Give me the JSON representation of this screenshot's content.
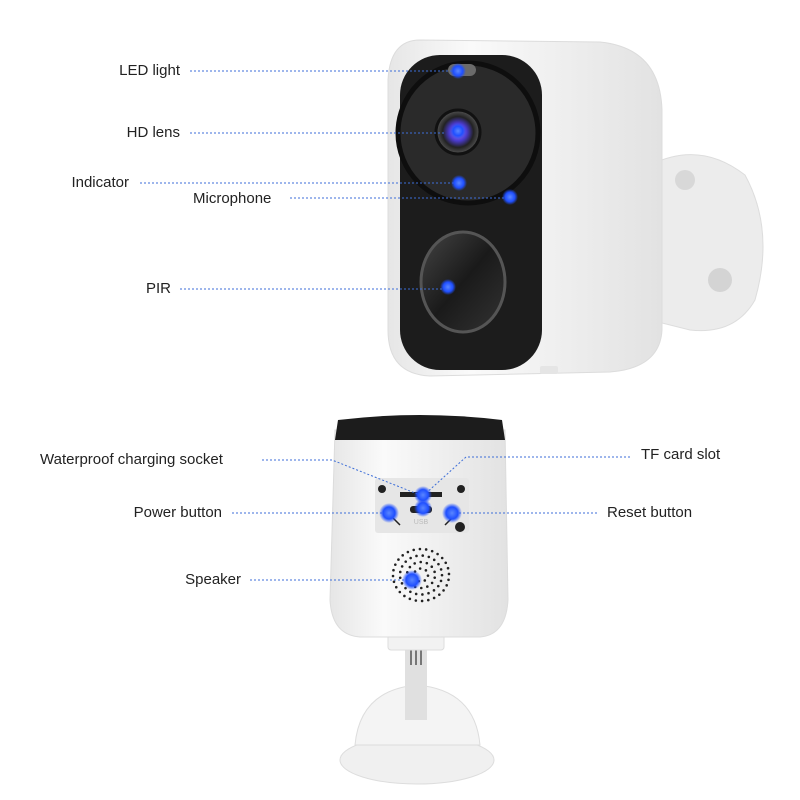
{
  "colors": {
    "callout_dot": "#1f4fff",
    "callout_line": "#3d6ed8",
    "camera_face": "#1c1c1c",
    "camera_body": "#f2f2f2"
  },
  "front_view": {
    "labels": [
      {
        "key": "led",
        "text": "LED light"
      },
      {
        "key": "lens",
        "text": "HD lens"
      },
      {
        "key": "indicator",
        "text": "Indicator"
      },
      {
        "key": "mic",
        "text": "Microphone"
      },
      {
        "key": "pir",
        "text": "PIR"
      }
    ]
  },
  "bottom_view": {
    "labels": [
      {
        "key": "socket",
        "text": "Waterproof charging socket"
      },
      {
        "key": "tf",
        "text": "TF card slot"
      },
      {
        "key": "power",
        "text": "Power button"
      },
      {
        "key": "reset",
        "text": "Reset button"
      },
      {
        "key": "speaker",
        "text": "Speaker"
      }
    ],
    "usb_text": "USB"
  }
}
